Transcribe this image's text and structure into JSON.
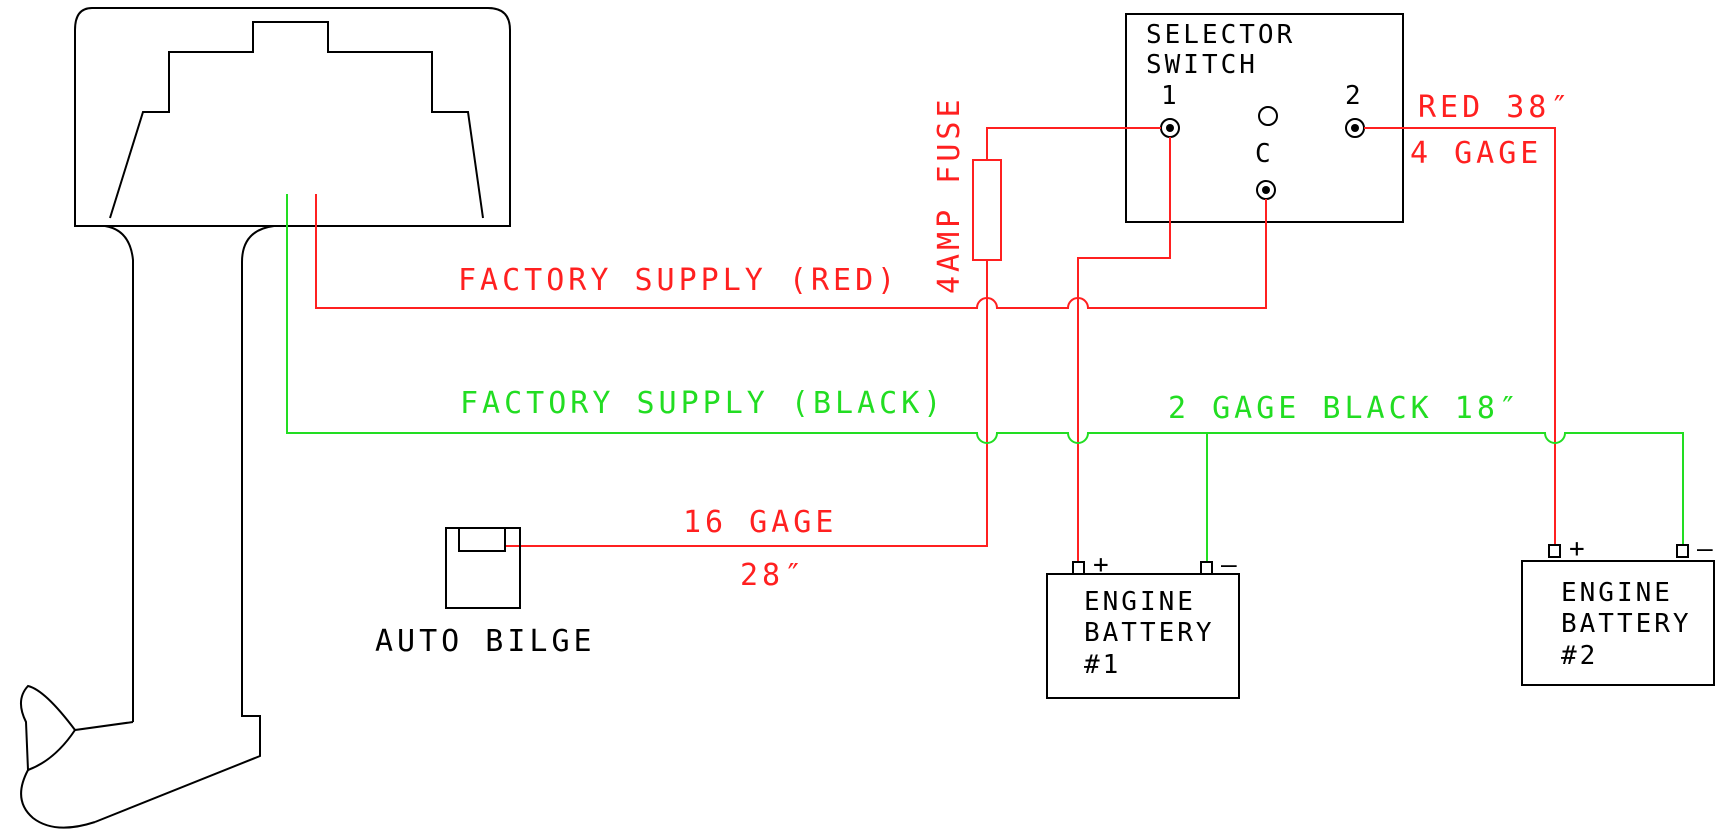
{
  "colors": {
    "outline": "#000000",
    "positive_wire": "#ff2020",
    "negative_wire": "#22dd22",
    "background": "#ffffff"
  },
  "labels": {
    "selector_line1": "SELECTOR",
    "selector_line2": "SWITCH",
    "terminal_1": "1",
    "terminal_2": "2",
    "terminal_c": "C",
    "red_38": "RED 38″",
    "four_gage": "4 GAGE",
    "fuse": "4AMP FUSE",
    "factory_red": "FACTORY SUPPLY (RED)",
    "factory_black": "FACTORY SUPPLY (BLACK)",
    "two_gage_black": "2 GAGE BLACK 18″",
    "sixteen_gage": "16 GAGE",
    "twenty_eight": "28″",
    "auto_bilge": "AUTO BILGE",
    "battery1_line1": "ENGINE",
    "battery1_line2": "BATTERY",
    "battery1_line3": "#1",
    "battery2_line1": "ENGINE",
    "battery2_line2": "BATTERY",
    "battery2_line3": "#2",
    "plus": "+",
    "minus": "–"
  }
}
